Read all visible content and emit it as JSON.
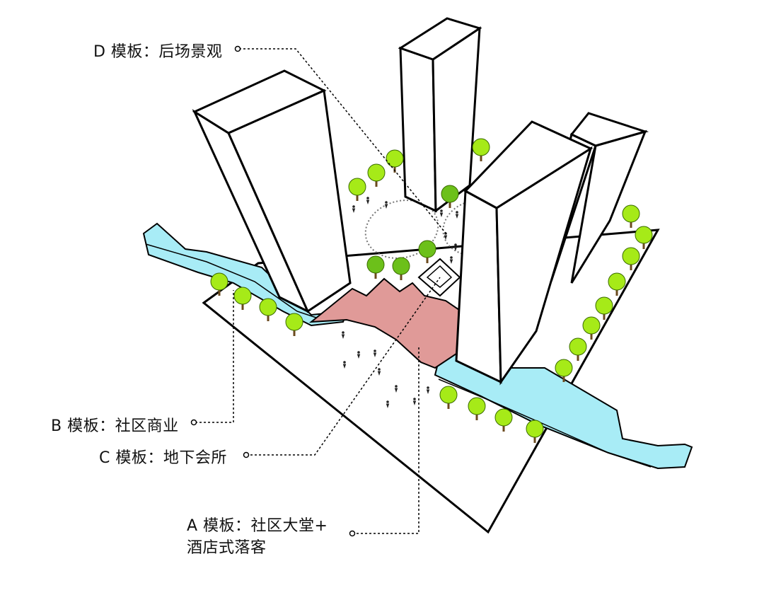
{
  "labels": {
    "d": "D 模板：后场景观",
    "b": "B 模板：社区商业",
    "c": "C 模板：地下会所",
    "a_line1": "A 模板：社区大堂+",
    "a_line2": "酒店式落客"
  },
  "colors": {
    "water": "#a8ecf6",
    "lobby_zone": "#e09a98",
    "tree_canopy": "#a6ea18",
    "tree_canopy_dark": "#6cc01a",
    "tree_trunk": "#6b4a1e",
    "building": "#ffffff",
    "line": "#000000"
  }
}
